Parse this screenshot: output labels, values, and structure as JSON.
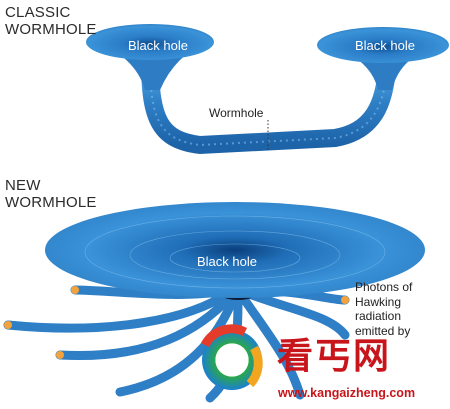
{
  "classic": {
    "title": "CLASSIC\nWORMHOLE",
    "left_hole_label": "Black hole",
    "right_hole_label": "Black hole",
    "tunnel_label": "Wormhole"
  },
  "new": {
    "title": "NEW\nWORMHOLE",
    "hole_label": "Black hole",
    "photons_label": "Photons of\nHawking\nradiation\nemitted by"
  },
  "watermark": {
    "logo_text": "看丐网",
    "url": "www.kangaizheng.com"
  },
  "colors": {
    "funnel_blue": "#2f7fc6",
    "funnel_dark": "#1a5da3",
    "tube_orange_tip": "#f4a23a",
    "watermark_red": "#c8151b"
  }
}
